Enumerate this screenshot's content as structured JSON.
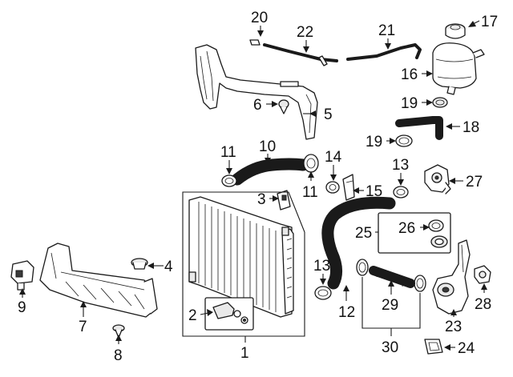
{
  "diagram": {
    "callouts": [
      {
        "id": "c1",
        "label": "1"
      },
      {
        "id": "c2",
        "label": "2"
      },
      {
        "id": "c3",
        "label": "3"
      },
      {
        "id": "c4",
        "label": "4"
      },
      {
        "id": "c5",
        "label": "5"
      },
      {
        "id": "c6",
        "label": "6"
      },
      {
        "id": "c7",
        "label": "7"
      },
      {
        "id": "c8",
        "label": "8"
      },
      {
        "id": "c9",
        "label": "9"
      },
      {
        "id": "c10",
        "label": "10"
      },
      {
        "id": "c11a",
        "label": "11"
      },
      {
        "id": "c11b",
        "label": "11"
      },
      {
        "id": "c12",
        "label": "12"
      },
      {
        "id": "c13a",
        "label": "13"
      },
      {
        "id": "c13b",
        "label": "13"
      },
      {
        "id": "c14",
        "label": "14"
      },
      {
        "id": "c15",
        "label": "15"
      },
      {
        "id": "c16",
        "label": "16"
      },
      {
        "id": "c17",
        "label": "17"
      },
      {
        "id": "c18",
        "label": "18"
      },
      {
        "id": "c19a",
        "label": "19"
      },
      {
        "id": "c19b",
        "label": "19"
      },
      {
        "id": "c20",
        "label": "20"
      },
      {
        "id": "c21",
        "label": "21"
      },
      {
        "id": "c22",
        "label": "22"
      },
      {
        "id": "c23",
        "label": "23"
      },
      {
        "id": "c24",
        "label": "24"
      },
      {
        "id": "c25",
        "label": "25"
      },
      {
        "id": "c26",
        "label": "26"
      },
      {
        "id": "c27",
        "label": "27"
      },
      {
        "id": "c28",
        "label": "28"
      },
      {
        "id": "c29",
        "label": "29"
      },
      {
        "id": "c30",
        "label": "30"
      }
    ]
  }
}
